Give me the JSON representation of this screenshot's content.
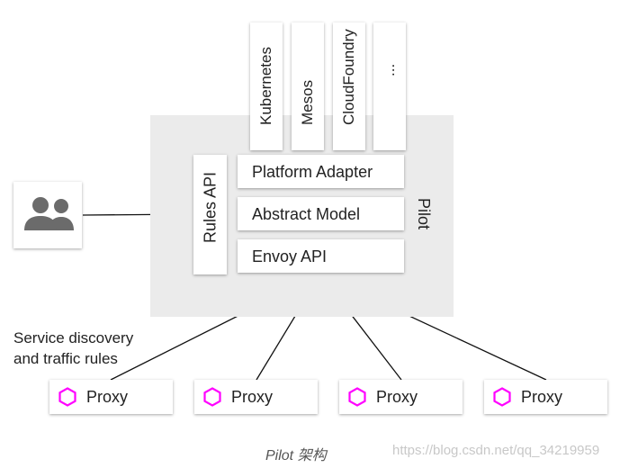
{
  "platforms": [
    "Kubernetes",
    "Mesos",
    "CloudFoundry",
    "..."
  ],
  "pilot_label": "Pilot",
  "rules_api": "Rules API",
  "layers": [
    "Platform Adapter",
    "Abstract Model",
    "Envoy API"
  ],
  "users_icon": "people-icon",
  "note": {
    "line1": "Service discovery",
    "line2": "and traffic rules"
  },
  "proxies": [
    "Proxy",
    "Proxy",
    "Proxy",
    "Proxy"
  ],
  "proxy_icon": "hexagon-icon",
  "proxy_icon_color": "#ff00ff",
  "caption": "Pilot 架构",
  "watermark": "https://blog.csdn.net/qq_34219959"
}
